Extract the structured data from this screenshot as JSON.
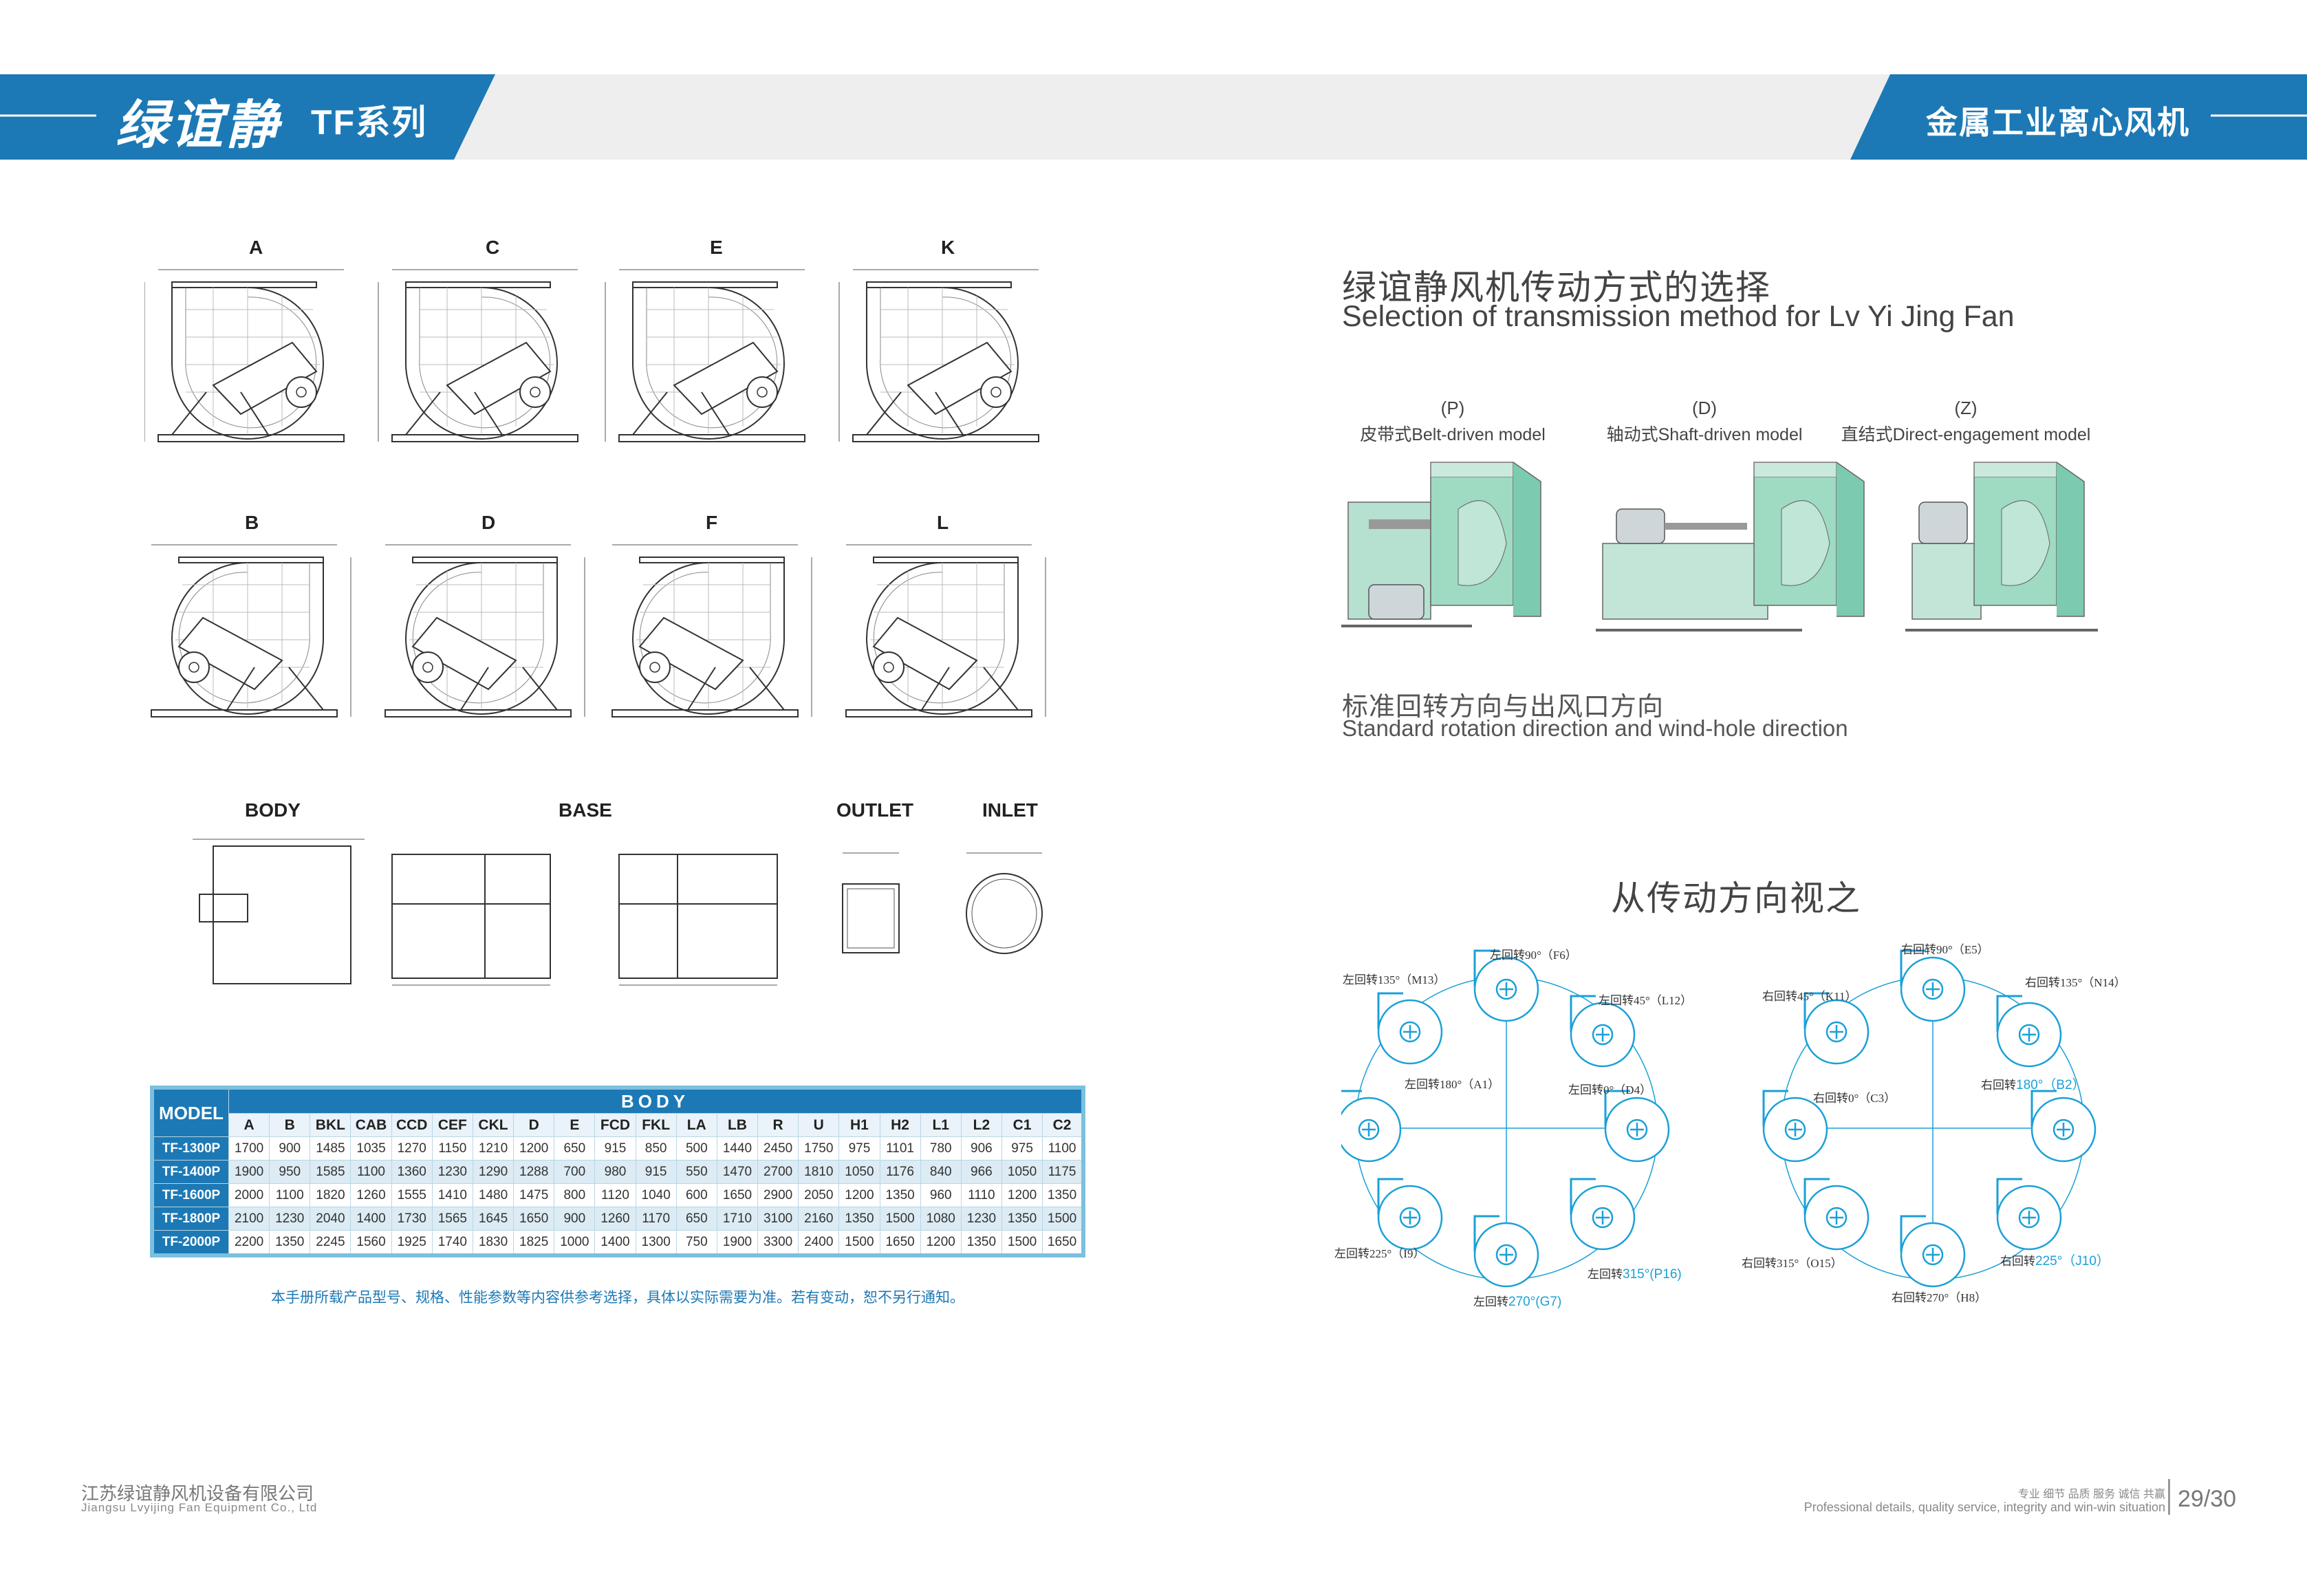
{
  "header": {
    "brand": "绿谊静",
    "series": "TF系列",
    "category": "金属工业离心风机"
  },
  "colors": {
    "brand_blue": "#1c79b5",
    "cyan": "#1aa0d8",
    "fan_green": "#8ed3b8"
  },
  "diagrams": {
    "row1": [
      "A",
      "C",
      "E",
      "K"
    ],
    "row2": [
      "B",
      "D",
      "F",
      "L"
    ],
    "parts": {
      "body": "BODY",
      "base": "BASE",
      "outlet": "OUTLET",
      "inlet": "INLET"
    }
  },
  "transmission": {
    "title_cn": "绿谊静风机传动方式的选择",
    "title_en": "Selection of transmission method for Lv Yi Jing Fan",
    "types": [
      {
        "code": "(P)",
        "name": "皮带式Belt-driven model"
      },
      {
        "code": "(D)",
        "name": "轴动式Shaft-driven model"
      },
      {
        "code": "(Z)",
        "name": "直结式Direct-engagement model"
      }
    ]
  },
  "rotation": {
    "title_cn": "标准回转方向与出风口方向",
    "title_en": "Standard rotation direction and wind-hole direction",
    "view_title": "从传动方向视之",
    "left": [
      {
        "text": "左回转90°（F6）"
      },
      {
        "text": "左回转135°（M13）"
      },
      {
        "text": "左回转45°（L12）"
      },
      {
        "text": "左回转180°（A1）"
      },
      {
        "text": "左回转0°（D4）"
      },
      {
        "text": "左回转225°（I9）"
      },
      {
        "text_a": "左回转",
        "text_b": "315°(P16)"
      },
      {
        "text_a": "左回转",
        "text_b": "270°(G7)"
      }
    ],
    "right": [
      {
        "text": "右回转90°（E5）"
      },
      {
        "text": "右回转45°（K11）"
      },
      {
        "text": "右回转135°（N14）"
      },
      {
        "text": "右回转0°（C3）"
      },
      {
        "text_a": "右回转",
        "text_b": "180°（B2）"
      },
      {
        "text": "右回转315°（O15）"
      },
      {
        "text_a": "右回转",
        "text_b": "225°（J10）"
      },
      {
        "text": "右回转270°（H8）"
      }
    ]
  },
  "table": {
    "model_header": "MODEL",
    "body_header": "BODY",
    "columns": [
      "A",
      "B",
      "BKL",
      "CAB",
      "CCD",
      "CEF",
      "CKL",
      "D",
      "E",
      "FCD",
      "FKL",
      "LA",
      "LB",
      "R",
      "U",
      "H1",
      "H2",
      "L1",
      "L2",
      "C1",
      "C2"
    ],
    "rows": [
      {
        "model": "TF-1300P",
        "values": [
          "1700",
          "900",
          "1485",
          "1035",
          "1270",
          "1150",
          "1210",
          "1200",
          "650",
          "915",
          "850",
          "500",
          "1440",
          "2450",
          "1750",
          "975",
          "1101",
          "780",
          "906",
          "975",
          "1100"
        ]
      },
      {
        "model": "TF-1400P",
        "values": [
          "1900",
          "950",
          "1585",
          "1100",
          "1360",
          "1230",
          "1290",
          "1288",
          "700",
          "980",
          "915",
          "550",
          "1470",
          "2700",
          "1810",
          "1050",
          "1176",
          "840",
          "966",
          "1050",
          "1175"
        ]
      },
      {
        "model": "TF-1600P",
        "values": [
          "2000",
          "1100",
          "1820",
          "1260",
          "1555",
          "1410",
          "1480",
          "1475",
          "800",
          "1120",
          "1040",
          "600",
          "1650",
          "2900",
          "2050",
          "1200",
          "1350",
          "960",
          "1110",
          "1200",
          "1350"
        ]
      },
      {
        "model": "TF-1800P",
        "values": [
          "2100",
          "1230",
          "2040",
          "1400",
          "1730",
          "1565",
          "1645",
          "1650",
          "900",
          "1260",
          "1170",
          "650",
          "1710",
          "3100",
          "2160",
          "1350",
          "1500",
          "1080",
          "1230",
          "1350",
          "1500"
        ]
      },
      {
        "model": "TF-2000P",
        "values": [
          "2200",
          "1350",
          "2245",
          "1560",
          "1925",
          "1740",
          "1830",
          "1825",
          "1000",
          "1400",
          "1300",
          "750",
          "1900",
          "3300",
          "2400",
          "1500",
          "1650",
          "1200",
          "1350",
          "1500",
          "1650"
        ]
      }
    ],
    "note": "本手册所载产品型号、规格、性能参数等内容供参考选择，具体以实际需要为准。若有变动，恕不另行通知。"
  },
  "footer": {
    "company_cn": "江苏绿谊静风机设备有限公司",
    "company_en": "Jiangsu Lvyijing Fan Equipment Co., Ltd",
    "slogan_cn": "专业 细节 品质 服务 诚信 共赢",
    "slogan_en": "Professional details, quality service, integrity and win-win situation",
    "page": "29/30"
  }
}
